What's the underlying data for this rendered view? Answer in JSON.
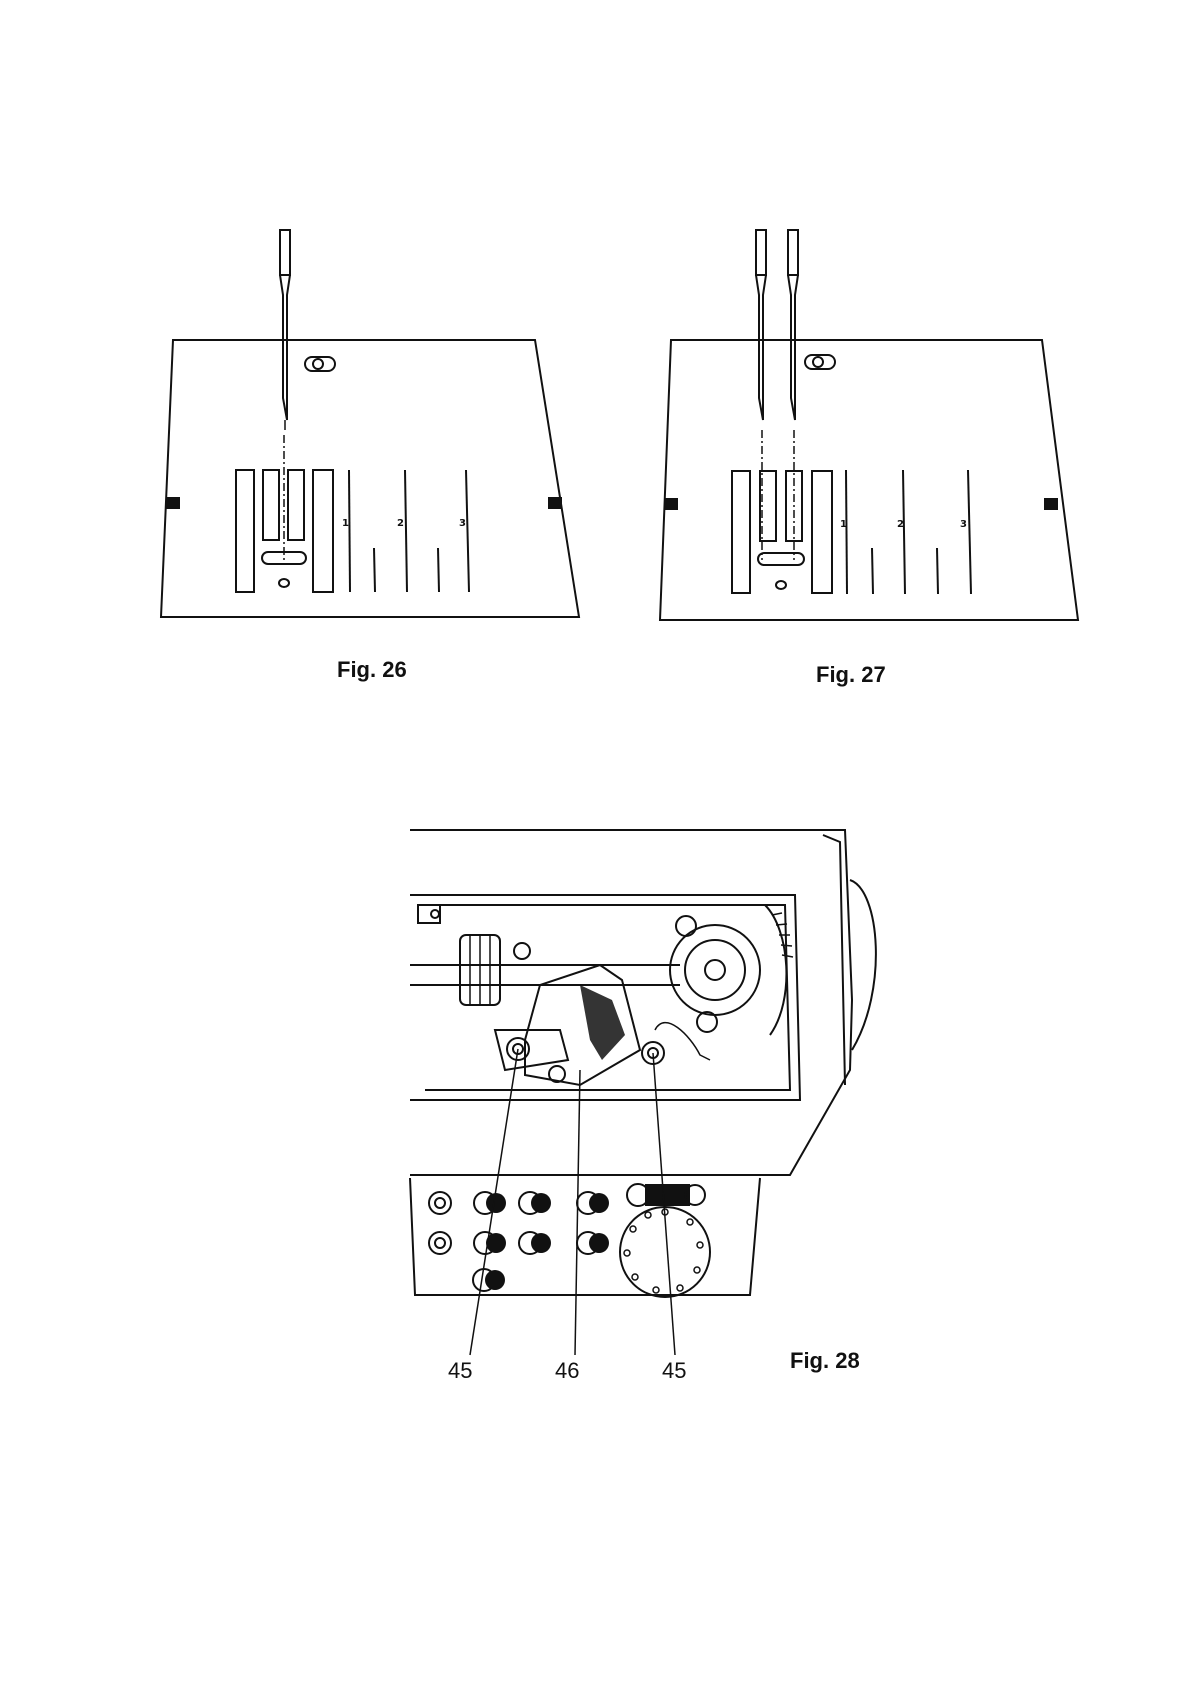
{
  "figures": {
    "fig26": {
      "caption": "Fig. 26",
      "scale_labels": [
        "1",
        "2",
        "3"
      ]
    },
    "fig27": {
      "caption": "Fig. 27",
      "scale_labels": [
        "1",
        "2",
        "3"
      ]
    },
    "fig28": {
      "caption": "Fig. 28",
      "callouts": [
        "45",
        "46",
        "45"
      ]
    }
  }
}
